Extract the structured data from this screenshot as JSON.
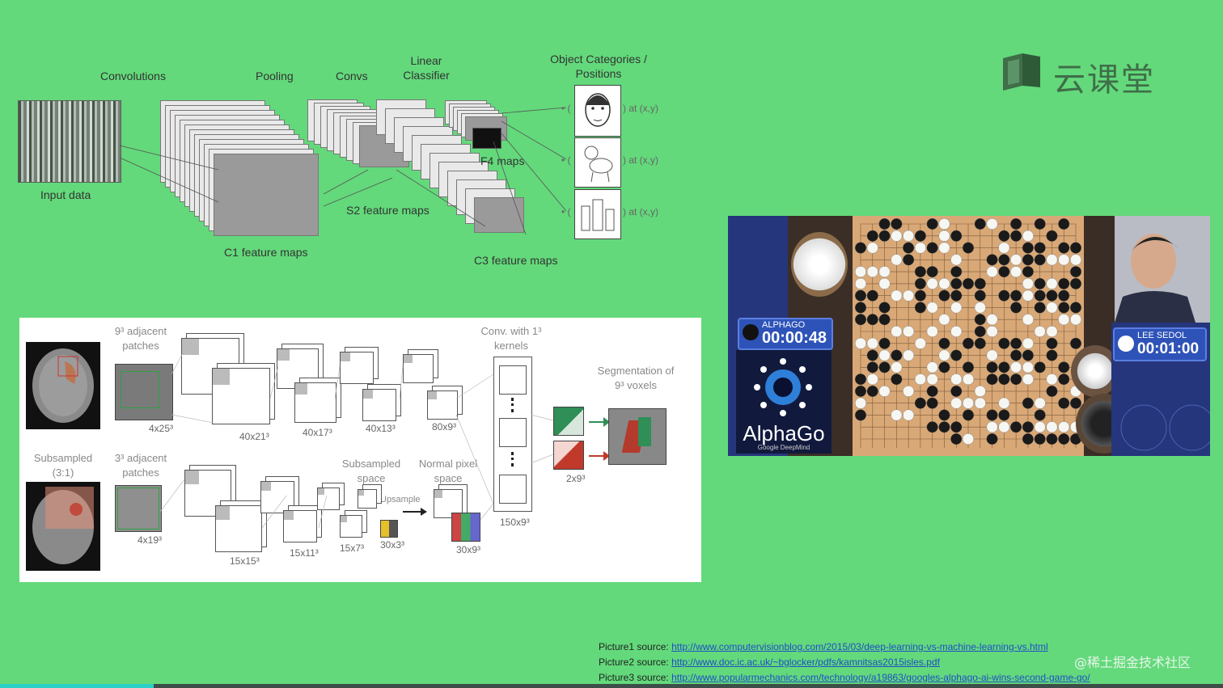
{
  "brand": {
    "name": "云课堂"
  },
  "fig1": {
    "labels": {
      "convolutions": "Convolutions",
      "pooling": "Pooling",
      "convs": "Convs",
      "linear": "Linear Classifier",
      "object": "Object Categories / Positions",
      "input": "Input data",
      "c1": "C1 feature maps",
      "s2": "S2 feature maps",
      "c3": "C3 feature maps",
      "f4": "F4 maps",
      "pos1": "at (x,y)",
      "pos2": "at (x,y)",
      "pos3": "at (x,y)"
    }
  },
  "fig2": {
    "labels": {
      "adj1": "9³ adjacent patches",
      "conv_k": "Conv. with 1³ kernels",
      "seg": "Segmentation of 9³ voxels",
      "subsampled": "Subsampled (3:1)",
      "adj2": "3³ adjacent patches",
      "sub_space": "Subsampled space",
      "norm_space": "Normal pixel space",
      "upsample": "Upsample",
      "d1": "4x25³",
      "d2": "40x21³",
      "d3": "40x17³",
      "d4": "40x13³",
      "d5": "80x9³",
      "d6": "2x9³",
      "d7": "150x9³",
      "d8": "4x19³",
      "d9": "15x15³",
      "d10": "15x11³",
      "d11": "15x7³",
      "d12": "30x3³",
      "d13": "30x9³"
    }
  },
  "fig3": {
    "alphago_name": "ALPHAGO",
    "alphago_time": "00:00:48",
    "lee_name": "LEE SEDOL",
    "lee_time": "00:01:00",
    "logo_text": "AlphaGo",
    "logo_sub": "Google DeepMind"
  },
  "sources": [
    {
      "label": "Picture1 source:",
      "url": "http://www.computervisionblog.com/2015/03/deep-learning-vs-machine-learning-vs.html"
    },
    {
      "label": "Picture2 source:",
      "url": "http://www.doc.ic.ac.uk/~bglocker/pdfs/kamnitsas2015isles.pdf"
    },
    {
      "label": "Picture3 source:",
      "url": "http://www.popularmechanics.com/technology/a19863/googles-alphago-ai-wins-second-game-go/"
    }
  ],
  "watermark": "@稀土掘金技术社区",
  "colors": {
    "background": "#63d97b",
    "panel_blue": "#2a3f8a",
    "board": "#d9a877",
    "link": "#1f4fc7"
  }
}
